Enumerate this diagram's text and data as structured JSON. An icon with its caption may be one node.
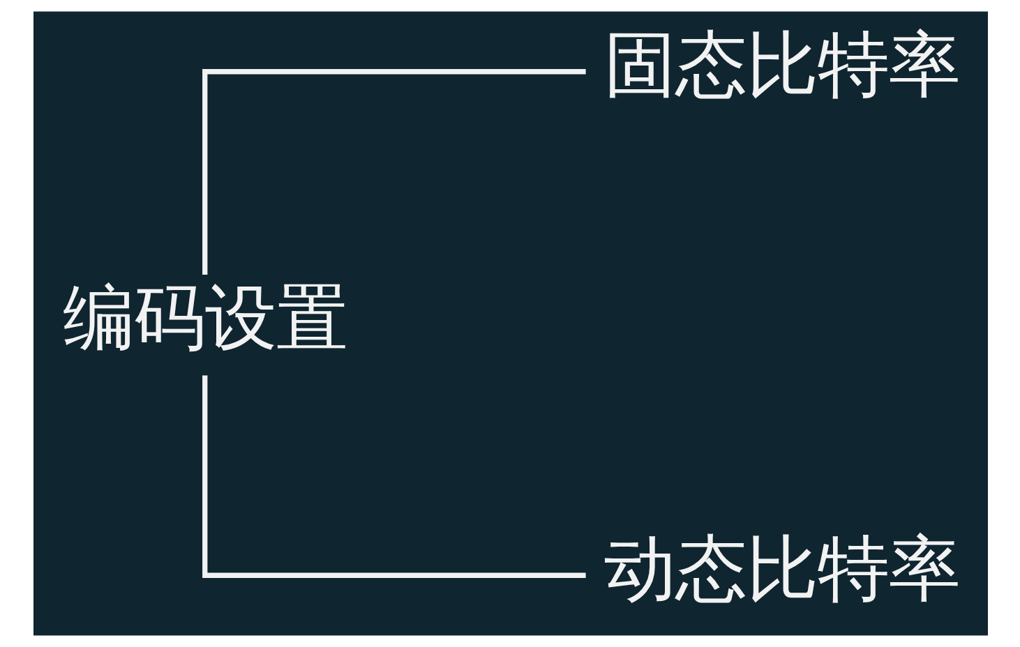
{
  "diagram": {
    "nodes": [
      {
        "text": [
          "编码设置"
        ]
      },
      {
        "text": [
          "固态比特率"
        ]
      },
      {
        "text": [
          "动态比特率"
        ]
      }
    ],
    "edges": [
      {
        "from": 0,
        "to": 1,
        "arrow": "none"
      },
      {
        "from": 0,
        "to": 2,
        "arrow": "none"
      }
    ]
  }
}
